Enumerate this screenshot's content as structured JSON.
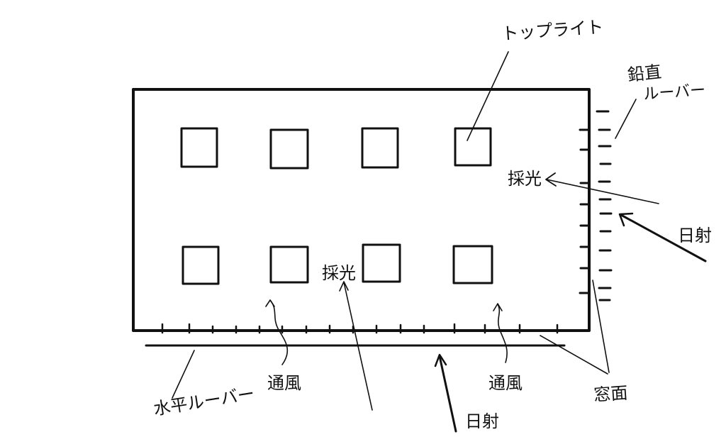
{
  "labels": {
    "toplight": "トップライト",
    "vertical_louver": [
      "鉛直",
      "ルーバー"
    ],
    "daylighting_right": "採光",
    "solar_right": "日射",
    "daylighting_center": "採光",
    "ventilation_left": "通風",
    "ventilation_right": "通風",
    "horizontal_louver": "水平ルーバー",
    "solar_bottom": "日射",
    "window_face": "窓面"
  },
  "toplights": {
    "rows": 2,
    "columns": 4
  },
  "colors": {
    "ink": "#111111",
    "background": "#ffffff"
  }
}
